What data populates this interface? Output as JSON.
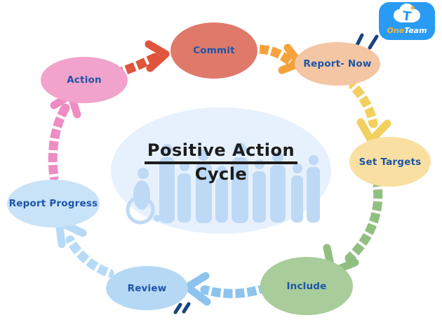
{
  "title": {
    "line1": "Positive Action",
    "line2": "Cycle",
    "color": "#1c1c1c"
  },
  "label_color": "#1d55a8",
  "nodes": [
    {
      "id": "commit",
      "label": "Commit",
      "fill": "#df7a6b"
    },
    {
      "id": "report-now",
      "label": "Report- Now",
      "fill": "#f4c6a3"
    },
    {
      "id": "set-targets",
      "label": "Set Targets",
      "fill": "#f9e0a2"
    },
    {
      "id": "include",
      "label": "Include",
      "fill": "#a8cc9a"
    },
    {
      "id": "review",
      "label": "Review",
      "fill": "#b5d8f4"
    },
    {
      "id": "report-progress",
      "label": "Report Progress",
      "fill": "#c8e2f8"
    },
    {
      "id": "action",
      "label": "Action",
      "fill": "#f1a3cb"
    }
  ],
  "arrows": [
    {
      "from": "Action",
      "to": "Commit",
      "color": "#e0543c"
    },
    {
      "from": "Commit",
      "to": "Report- Now",
      "color": "#f4a33c"
    },
    {
      "from": "Report- Now",
      "to": "Set Targets",
      "color": "#f3cf5e"
    },
    {
      "from": "Set Targets",
      "to": "Include",
      "color": "#90bf80"
    },
    {
      "from": "Include",
      "to": "Review",
      "color": "#8dc4ee"
    },
    {
      "from": "Review",
      "to": "Report Progress",
      "color": "#b7daf7"
    },
    {
      "from": "Report Progress",
      "to": "Action",
      "color": "#ee8cc3"
    }
  ],
  "center": {
    "fill": "#e7f1fd",
    "silhouette_color": "#bdd9f6",
    "graphic": "people-silhouettes"
  },
  "decorations": {
    "top_accent": "double-dash-accent",
    "bottom_accent": "double-dash-accent"
  },
  "logo": {
    "background": "#2a9bf3",
    "monogram": "T",
    "monogram_color": "#2a9bf3",
    "dot_color": "#f9b234",
    "name_part1": "One",
    "name_part1_color": "#f9b234",
    "name_part2": "Team",
    "name_part2_color": "#ffffff",
    "icon": "cloud-icon"
  }
}
